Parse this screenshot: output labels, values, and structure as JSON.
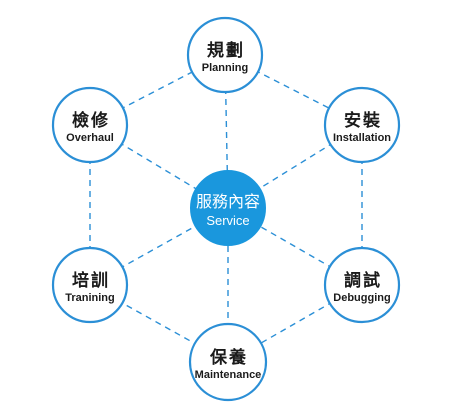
{
  "center": {
    "title_zh": "服務內容",
    "title_en": "Service"
  },
  "nodes": [
    {
      "id": "planning",
      "zh": "規劃",
      "en": "Planning"
    },
    {
      "id": "installation",
      "zh": "安裝",
      "en": "Installation"
    },
    {
      "id": "debugging",
      "zh": "調試",
      "en": "Debugging"
    },
    {
      "id": "maintenance",
      "zh": "保養",
      "en": "Maintenance"
    },
    {
      "id": "tranining",
      "zh": "培訓",
      "en": "Tranining"
    },
    {
      "id": "overhaul",
      "zh": "檢修",
      "en": "Overhaul"
    }
  ],
  "colors": {
    "accent": "#1a97dd",
    "stroke": "#2b8fd6",
    "text": "#1b1b1b"
  }
}
